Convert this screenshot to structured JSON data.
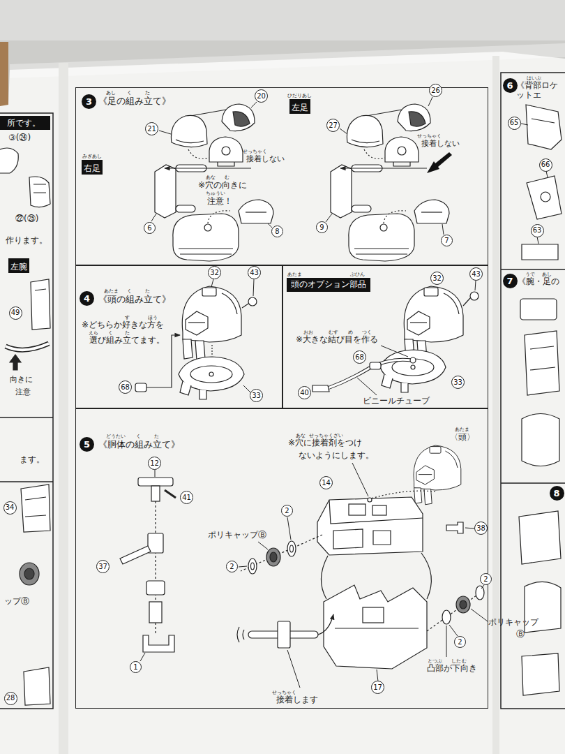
{
  "diagram": {
    "nodes": [
      {
        "text": [
          "左腕"
        ]
      },
      {
        "text": [
          "49"
        ]
      },
      {
        "text": [
          "34"
        ]
      },
      {
        "text": [
          "28"
        ]
      },
      {
        "text": [
          "《足の組み立て》"
        ]
      },
      {
        "text": [
          "3"
        ],
        "in": 4
      },
      {
        "text": [
          "右足"
        ],
        "in": 4
      },
      {
        "text": [
          "左足"
        ],
        "in": 4
      },
      {
        "text": [
          "20"
        ],
        "in": 4
      },
      {
        "text": [
          "21"
        ],
        "in": 4
      },
      {
        "text": [
          "26"
        ],
        "in": 4
      },
      {
        "text": [
          "27"
        ],
        "in": 4
      },
      {
        "text": [
          "6"
        ],
        "in": 4
      },
      {
        "text": [
          "8"
        ],
        "in": 4
      },
      {
        "text": [
          "9"
        ],
        "in": 4
      },
      {
        "text": [
          "7"
        ],
        "in": 4
      },
      {
        "text": [
          "《頭の組み立て》"
        ]
      },
      {
        "text": [
          "4"
        ],
        "in": 16
      },
      {
        "text": [
          "32"
        ],
        "in": 16
      },
      {
        "text": [
          "43"
        ],
        "in": 16
      },
      {
        "text": [
          "68"
        ],
        "in": 16
      },
      {
        "text": [
          "33"
        ],
        "in": 16
      },
      {
        "text": [
          "頭のオプション部品"
        ]
      },
      {
        "text": [
          "32"
        ],
        "in": 22
      },
      {
        "text": [
          "43"
        ],
        "in": 22
      },
      {
        "text": [
          "68"
        ],
        "in": 22
      },
      {
        "text": [
          "40"
        ],
        "in": 22
      },
      {
        "text": [
          "33"
        ],
        "in": 22
      },
      {
        "text": [
          "《胴体の組み立て》"
        ]
      },
      {
        "text": [
          "5"
        ],
        "in": 28
      },
      {
        "text": [
          "12"
        ],
        "in": 28
      },
      {
        "text": [
          "41"
        ],
        "in": 28
      },
      {
        "text": [
          "37"
        ],
        "in": 28
      },
      {
        "text": [
          "1"
        ],
        "in": 28
      },
      {
        "text": [
          "14"
        ],
        "in": 28
      },
      {
        "text": [
          "2"
        ],
        "in": 28
      },
      {
        "text": [
          "2"
        ],
        "in": 28
      },
      {
        "text": [
          "38"
        ],
        "in": 28
      },
      {
        "text": [
          "2"
        ],
        "in": 28
      },
      {
        "text": [
          "2"
        ],
        "in": 28
      },
      {
        "text": [
          "17"
        ],
        "in": 28
      },
      {
        "text": [
          "6"
        ]
      },
      {
        "text": [
          "65"
        ]
      },
      {
        "text": [
          "66"
        ]
      },
      {
        "text": [
          "63"
        ]
      },
      {
        "text": [
          "7"
        ]
      },
      {
        "text": [
          "8"
        ]
      }
    ],
    "labels": [
      "所です。",
      "③(㉔)",
      "㉒(㉕)",
      "作ります。",
      "向きに",
      "注意",
      "ます。",
      "ップⒷ",
      "あし",
      "く",
      "た",
      "みぎあし",
      "ひだりあし",
      "せっちゃく",
      "接着しない",
      "せっちゃく",
      "接着しない",
      "あな",
      "む",
      "※穴の向きに",
      "ちゅうい",
      "注意！",
      "あたま",
      "く",
      "た",
      "す",
      "ほう",
      "※どちらか好きな方を",
      "えら",
      "く",
      "た",
      "選び組み立てます。",
      "あたま",
      "ぶひん",
      "おお",
      "むす",
      "め",
      "つく",
      "※大きな結び目を作る",
      "ビニールチューブ",
      "どうたい",
      "く",
      "た",
      "あな",
      "せっちゃくざい",
      "※穴に接着剤をつけ",
      "ないようにします。",
      "あたま",
      "〈頭〉",
      "ポリキャップⒷ",
      "ポリキャップ",
      "Ⓑ",
      "とつぶ",
      "した",
      "む",
      "凸部が下向き",
      "せっちゃく",
      "接着します",
      "はいぶ",
      "《背部ロケットエ",
      "うで",
      "あし",
      "《腕・足の"
    ]
  }
}
